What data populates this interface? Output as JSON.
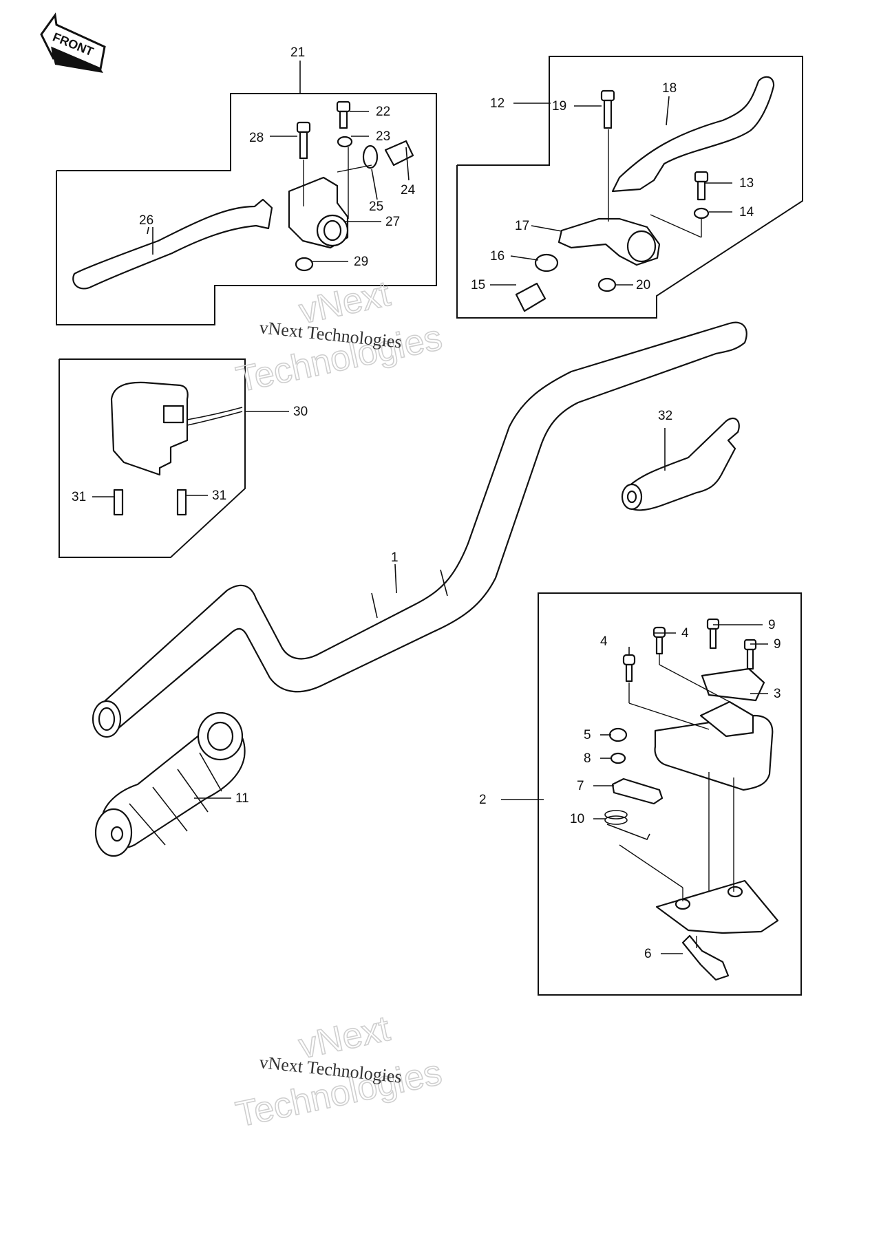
{
  "front_badge": "FRONT",
  "watermark": {
    "big_line1": "vNext",
    "big_line2": "Technologies",
    "small": "vNext Technologies"
  },
  "callouts": {
    "c1": "1",
    "c2": "2",
    "c3": "3",
    "c4a": "4",
    "c4b": "4",
    "c5": "5",
    "c6": "6",
    "c7": "7",
    "c8": "8",
    "c9a": "9",
    "c9b": "9",
    "c10": "10",
    "c11": "11",
    "c12": "12",
    "c13": "13",
    "c14": "14",
    "c15": "15",
    "c16": "16",
    "c17": "17",
    "c18": "18",
    "c19": "19",
    "c20": "20",
    "c21": "21",
    "c22": "22",
    "c23": "23",
    "c24": "24",
    "c25": "25",
    "c26": "26",
    "c27": "27",
    "c28": "28",
    "c29": "29",
    "c30": "30",
    "c31a": "31",
    "c31b": "31",
    "c32": "32"
  }
}
